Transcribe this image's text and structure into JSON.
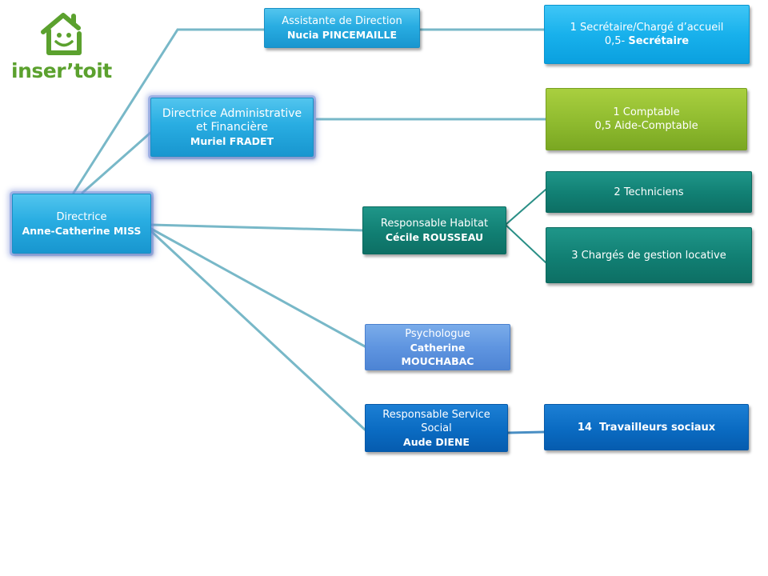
{
  "logo": {
    "text": "inser’toit",
    "brand_color": "#5ba12e",
    "icon": "house-smiley-icon"
  },
  "colors": {
    "connector": "#78b8c8",
    "cyan": "#29ade2",
    "green": "#8fbb2f",
    "teal": "#117f73",
    "light_blue": "#5f95e0",
    "blue": "#0a6bc2"
  },
  "nodes": {
    "directrice": {
      "title": "Directrice",
      "name": "Anne-Catherine MISS"
    },
    "assistante": {
      "title": "Assistante de Direction",
      "name": "Nucia PINCEMAILLE"
    },
    "secretaire": {
      "line1": "1 Secrétaire/Chargé d’accueil",
      "line2_prefix": "0,5- ",
      "line2_bold": "Secrétaire"
    },
    "daf": {
      "title_line1": "Directrice Administrative",
      "title_line2": "et Financière",
      "name": "Muriel FRADET"
    },
    "comptable": {
      "line1": "1 Comptable",
      "line2": "0,5 Aide-Comptable"
    },
    "habitat": {
      "title": "Responsable Habitat",
      "name": "Cécile ROUSSEAU"
    },
    "techniciens": {
      "label": "2 Techniciens"
    },
    "gestion": {
      "label": "3 Chargés de gestion locative"
    },
    "psychologue": {
      "title": "Psychologue",
      "name_line1": "Catherine",
      "name_line2": "MOUCHABAC"
    },
    "service_social": {
      "title_line1": "Responsable Service",
      "title_line2": "Social",
      "name": "Aude DIENE"
    },
    "travailleurs": {
      "label": "14  Travailleurs sociaux"
    }
  }
}
